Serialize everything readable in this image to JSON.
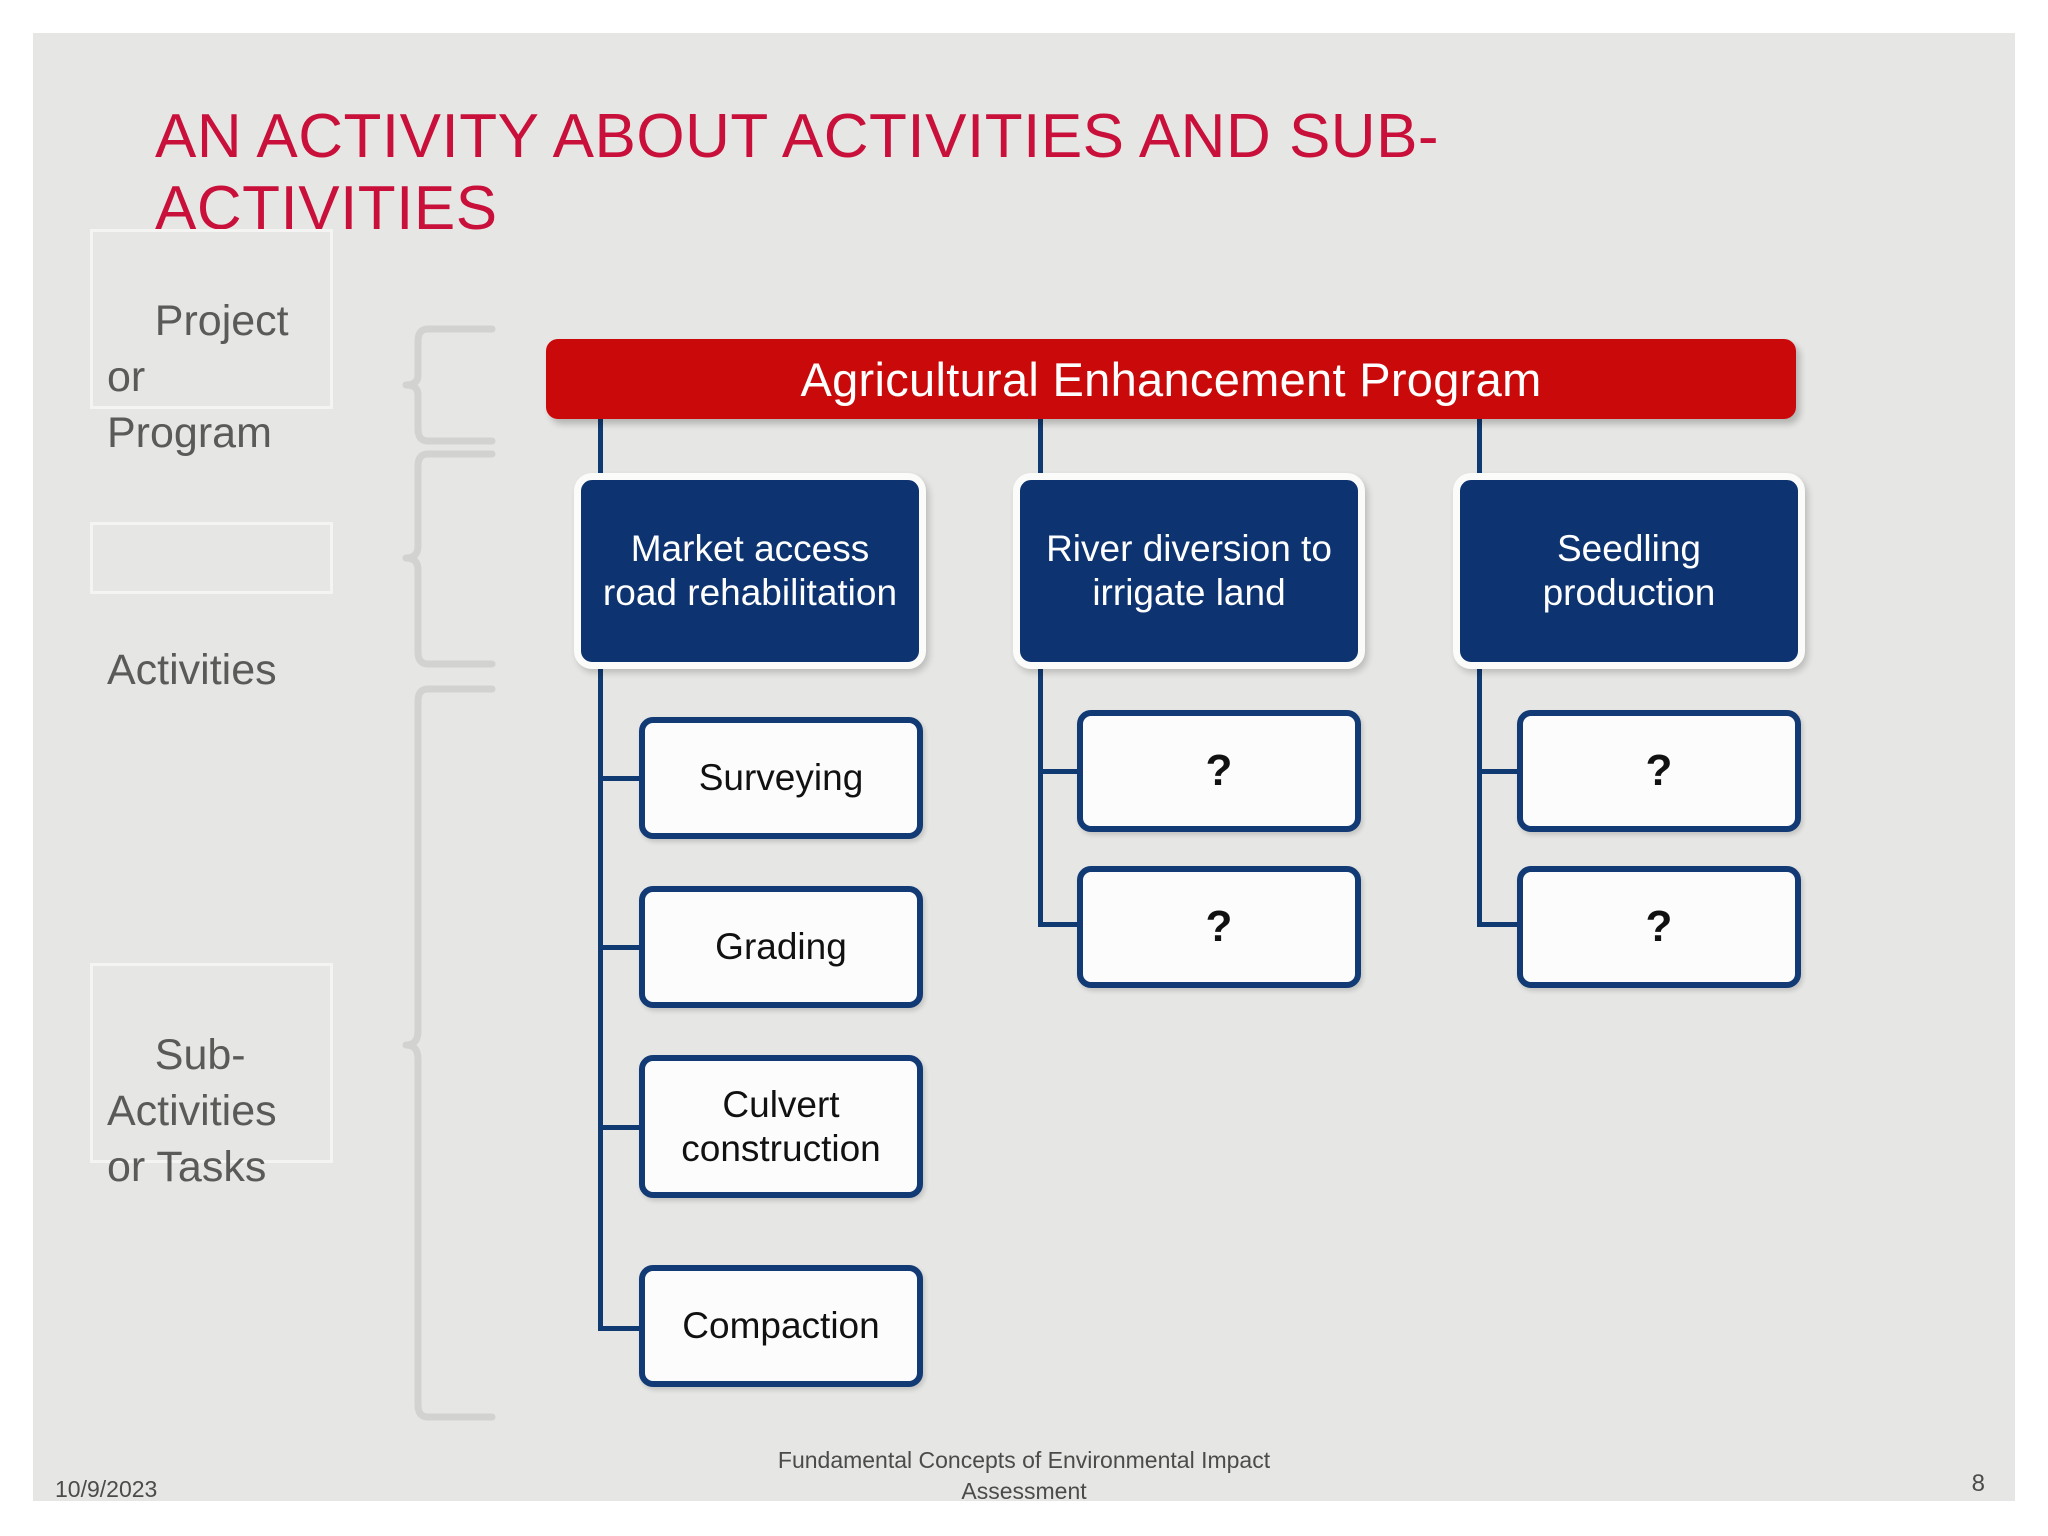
{
  "slide": {
    "title": "AN ACTIVITY ABOUT ACTIVITIES AND SUB-ACTIVITIES",
    "background_color": "#e6e6e4",
    "title_color": "#c8103a"
  },
  "categories": [
    {
      "id": "project",
      "label": "Project or Program"
    },
    {
      "id": "activity",
      "label": "Activities"
    },
    {
      "id": "sub",
      "label": "Sub-Activities or Tasks"
    }
  ],
  "program": {
    "label": "Agricultural Enhancement Program",
    "color": "#ca0a0a"
  },
  "activities": [
    {
      "label": "Market access\nroad rehabilitation",
      "color": "#0d3470",
      "sub_activities": [
        "Surveying",
        "Grading",
        "Culvert\nconstruction",
        "Compaction"
      ]
    },
    {
      "label": "River diversion to\nirrigate land",
      "color": "#0d3470",
      "sub_activities": [
        "?",
        "?"
      ]
    },
    {
      "label": "Seedling\nproduction",
      "color": "#0d3470",
      "sub_activities": [
        "?",
        "?"
      ]
    }
  ],
  "footer": {
    "date": "10/9/2023",
    "center": "Fundamental Concepts of Environmental Impact Assessment",
    "page": "8"
  }
}
